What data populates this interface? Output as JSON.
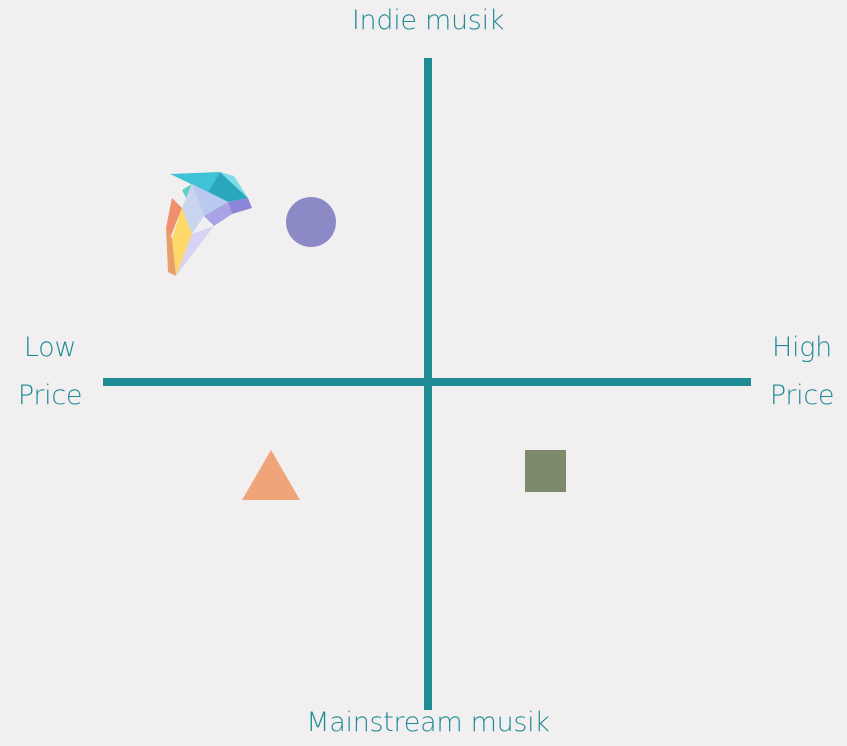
{
  "axes": {
    "top_label": "Indie musik",
    "bottom_label": "Mainstream musik",
    "left_label_line1": "Low",
    "left_label_line2": "Price",
    "right_label_line1": "High",
    "right_label_line2": "Price"
  },
  "markers": [
    {
      "id": "logo",
      "quadrant": "top-left",
      "icon": "brand-logo"
    },
    {
      "id": "circle",
      "quadrant": "top-left",
      "color": "#8c8ac6"
    },
    {
      "id": "triangle",
      "quadrant": "bottom-left",
      "color": "#f0a47a"
    },
    {
      "id": "square",
      "quadrant": "bottom-right",
      "color": "#7e8a6c"
    }
  ],
  "colors": {
    "axis": "#1f8c95",
    "background": "#f2eff0"
  }
}
